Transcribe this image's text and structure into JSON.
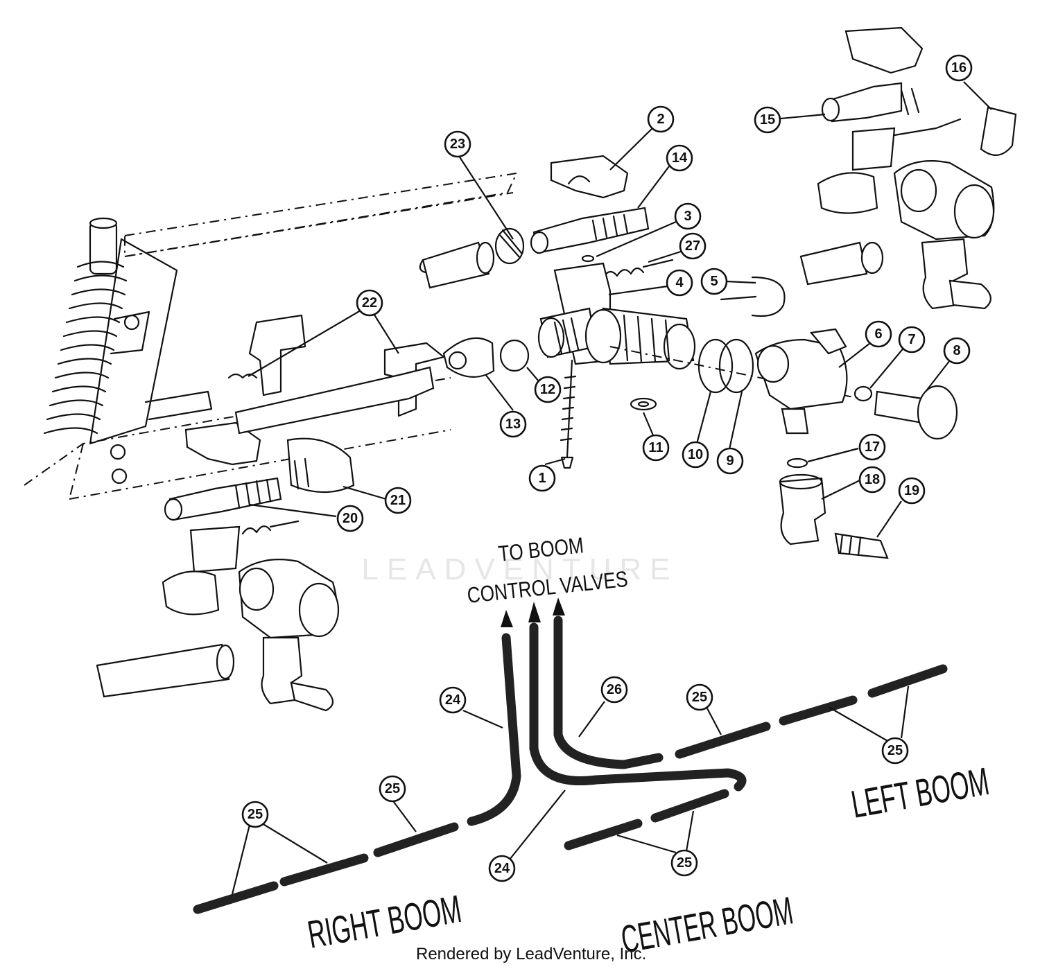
{
  "labels": {
    "to_boom_line1": "TO BOOM",
    "to_boom_line2": "CONTROL VALVES",
    "right_boom": "RIGHT BOOM",
    "center_boom": "CENTER BOOM",
    "left_boom": "LEFT BOOM"
  },
  "watermark": "LEADVENTURE",
  "footer": "Rendered by LeadVenture, Inc.",
  "callouts": [
    "1",
    "2",
    "3",
    "4",
    "5",
    "6",
    "7",
    "8",
    "9",
    "10",
    "11",
    "12",
    "13",
    "14",
    "15",
    "16",
    "17",
    "18",
    "19",
    "20",
    "21",
    "22",
    "23",
    "24",
    "25",
    "26",
    "27"
  ]
}
